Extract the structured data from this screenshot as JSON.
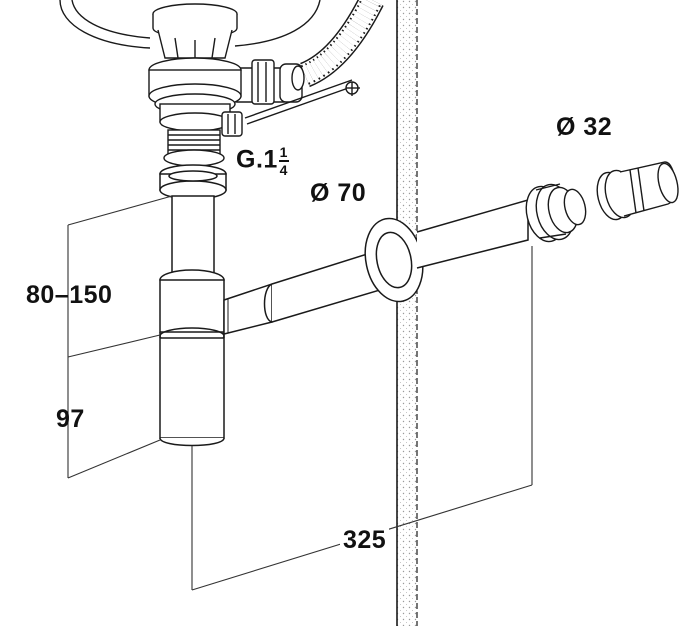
{
  "labels": {
    "thread_main": "G.1",
    "thread_num": "1",
    "thread_den": "4",
    "diameter_70": "Ø 70",
    "diameter_32": "Ø 32",
    "height_adjust": "80–150",
    "height_fixed": "97",
    "length_total": "325"
  },
  "colors": {
    "line": "#1a1a1a",
    "dim_line": "#333333",
    "fill": "#ffffff",
    "wall_dots": "#9a9a9a"
  }
}
